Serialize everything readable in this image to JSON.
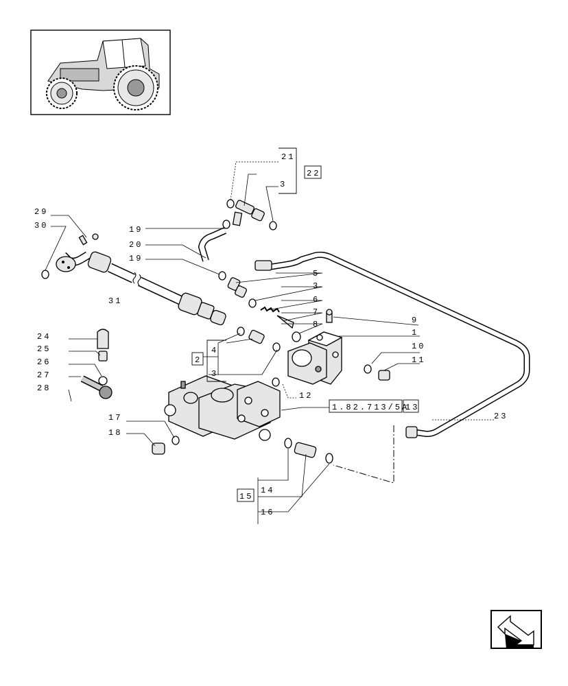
{
  "callouts": {
    "c29": "29",
    "c30": "30",
    "c31": "31",
    "c19a": "19",
    "c20": "20",
    "c19b": "19",
    "c21": "21",
    "c22": "22",
    "c3a": "3",
    "c5": "5",
    "c3b": "3",
    "c6": "6",
    "c7": "7",
    "c8": "8",
    "c9": "9",
    "c1": "1",
    "c10": "10",
    "c11": "11",
    "c24": "24",
    "c25": "25",
    "c26": "26",
    "c27": "27",
    "c28": "28",
    "c2": "2",
    "c4": "4",
    "c3c": "3",
    "c12": "12",
    "ref": "1.82.713/5A",
    "c13": "13",
    "c17": "17",
    "c18": "18",
    "c14": "14",
    "c15": "15",
    "c16": "16",
    "c23": "23"
  },
  "icons": {
    "thumbnail": "tractor-thumbnail-icon",
    "nav": "next-page-arrow-icon"
  }
}
